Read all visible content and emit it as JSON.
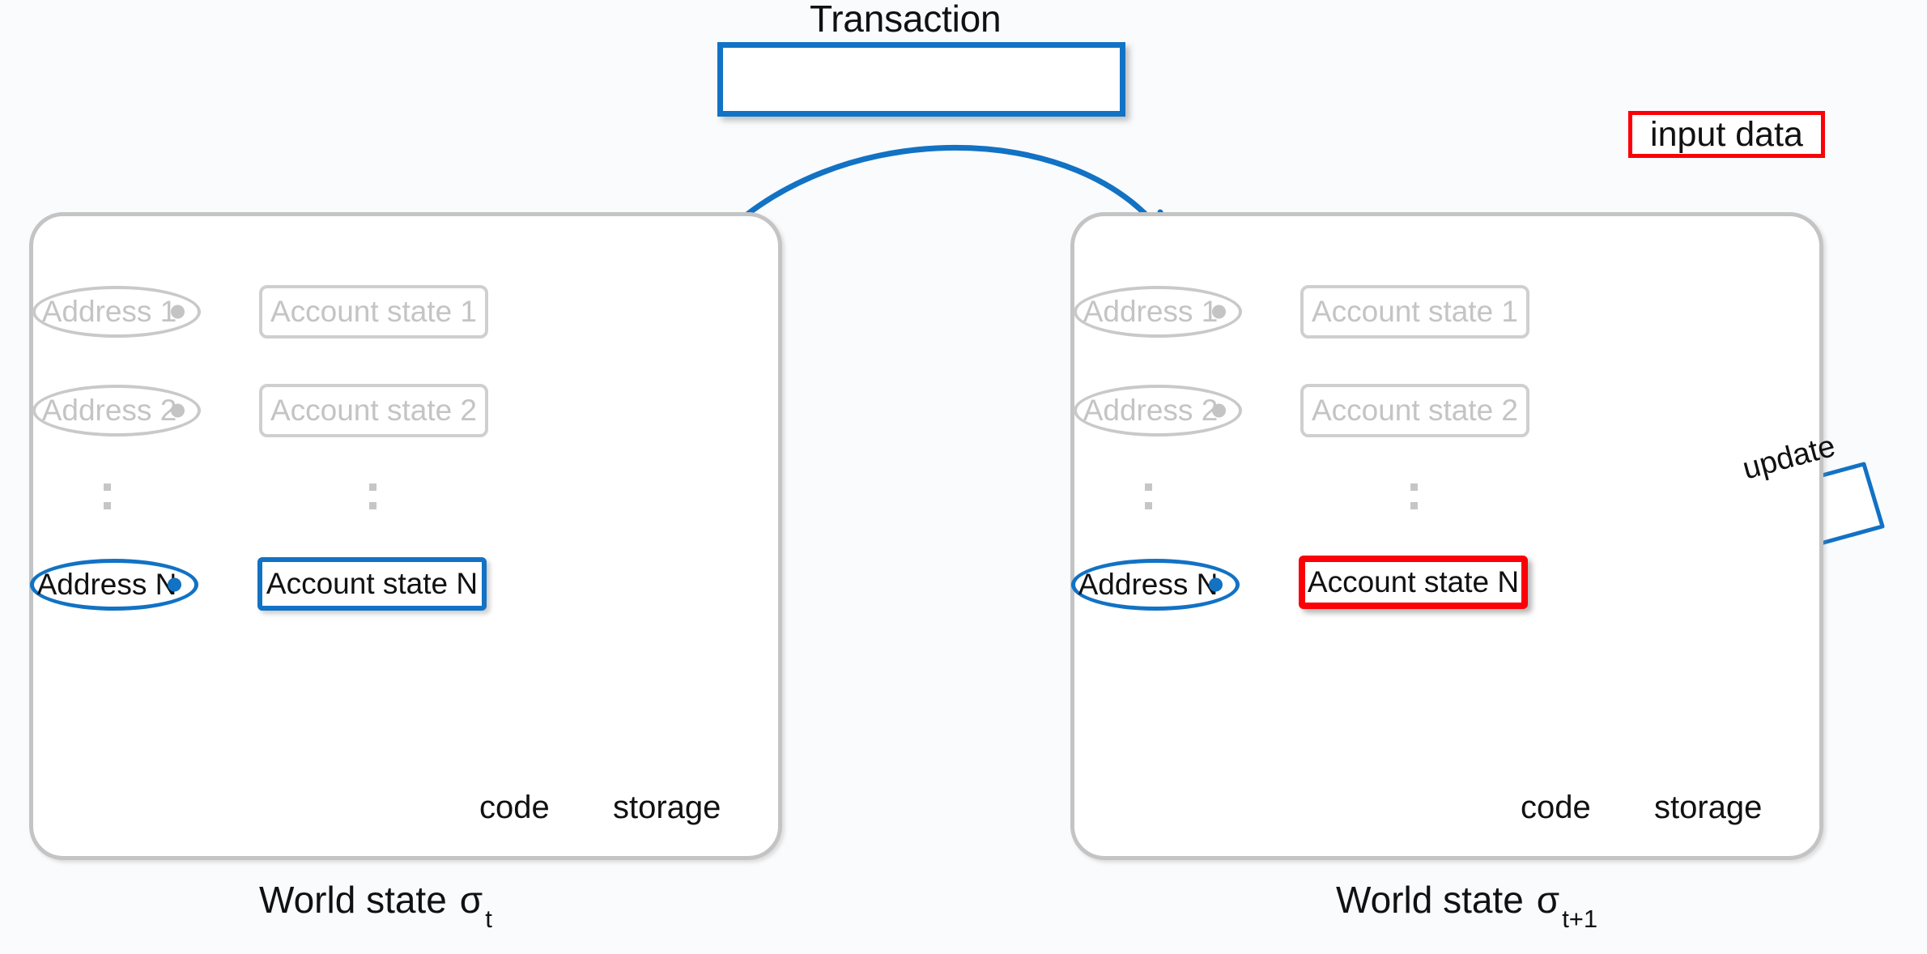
{
  "colors": {
    "blue": "#1272c4",
    "red": "#fb0007",
    "muted_gray": "#c4c4c4",
    "panel_border": "#c4c4c4",
    "background": "#fafbfd",
    "text": "#111111"
  },
  "transaction": {
    "title": "Transaction",
    "input_data_label": "input data"
  },
  "panels": [
    {
      "id": "left",
      "caption_prefix": "World state",
      "caption_symbol": "σ",
      "caption_subscript": "t",
      "rows": [
        {
          "address": "Address 1",
          "account_state": "Account state 1",
          "highlight": "none"
        },
        {
          "address": "Address 2",
          "account_state": "Account state 2",
          "highlight": "none"
        },
        {
          "address": "Address N",
          "account_state": "Account state N",
          "highlight": "blue"
        }
      ],
      "code_label": "code",
      "storage_label": "storage",
      "code_color": "blue",
      "storage_color": "blue"
    },
    {
      "id": "right",
      "caption_prefix": "World state",
      "caption_symbol": "σ",
      "caption_subscript": "t+1",
      "rows": [
        {
          "address": "Address 1",
          "account_state": "Account state 1",
          "highlight": "none"
        },
        {
          "address": "Address 2",
          "account_state": "Account state 2",
          "highlight": "none"
        },
        {
          "address": "Address N",
          "account_state": "Account state N",
          "highlight": "red"
        }
      ],
      "code_label": "code",
      "storage_label": "storage",
      "code_color": "blue",
      "storage_color": "red",
      "callout": "update"
    }
  ]
}
